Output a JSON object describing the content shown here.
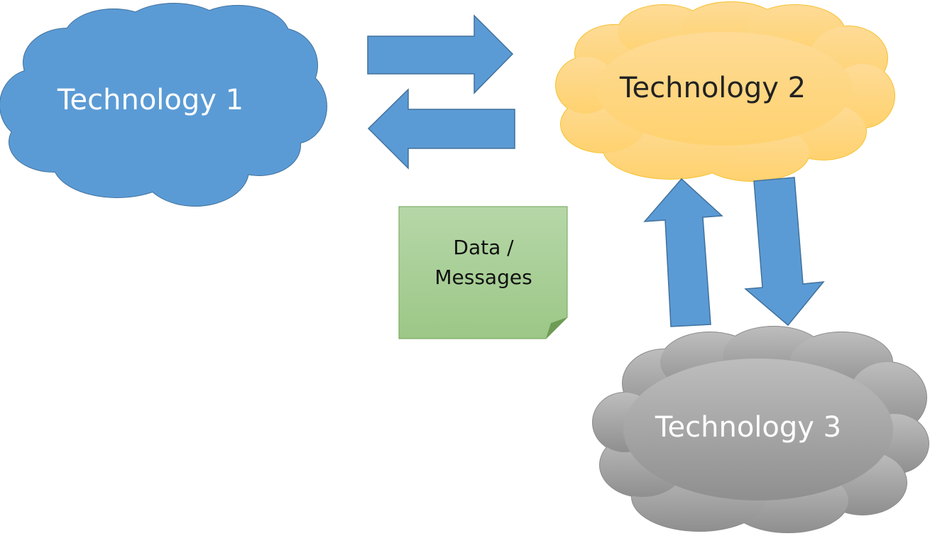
{
  "nodes": {
    "tech1": {
      "label": "Technology 1",
      "fill": "#5B9BD5",
      "stroke": "#41719C",
      "text_color": "#FFFFFF"
    },
    "tech2": {
      "label": "Technology 2",
      "fill_top": "#FEDB96",
      "fill_bottom": "#FFD26F",
      "stroke": "#F5C12F",
      "text_color": "#222222"
    },
    "tech3": {
      "label": "Technology 3",
      "fill_top": "#BDBDBD",
      "fill_bottom": "#8F8F8F",
      "stroke": "#8A8A8A",
      "text_color": "#FFFFFF"
    }
  },
  "note": {
    "line1": "Data /",
    "line2": "Messages",
    "fill_top": "#B6D7A8",
    "fill_bottom": "#9CC787",
    "stroke": "#6EA356",
    "fold": "#6E9B55"
  },
  "arrows": {
    "fill": "#5B9BD5",
    "stroke": "#41719C",
    "items": [
      {
        "from": "tech1",
        "to": "tech2"
      },
      {
        "from": "tech2",
        "to": "tech1"
      },
      {
        "from": "tech3",
        "to": "tech2"
      },
      {
        "from": "tech2",
        "to": "tech3"
      }
    ]
  }
}
